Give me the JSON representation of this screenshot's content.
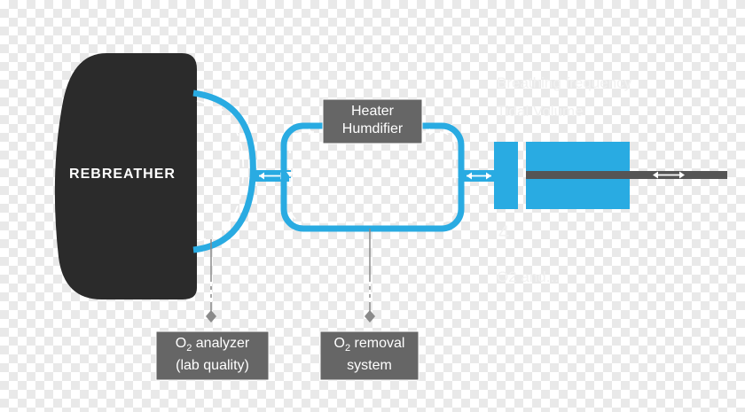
{
  "rebreather": {
    "label": "REBREATHER"
  },
  "heater": {
    "line1": "Heater",
    "line2": "Humdifier"
  },
  "o2_analyzer": {
    "line1_prefix": "O",
    "line1_sub": "2",
    "line1_suffix": " analyzer",
    "line2": "(lab quality)"
  },
  "o2_removal": {
    "line1_prefix": "O",
    "line1_sub": "2",
    "line1_suffix": " removal",
    "line2": "system"
  },
  "watermark_text": {
    "line1": "Breathing frequency",
    "line2": "Tidal Volume",
    "line3": "4",
    "line4": "O2 and..."
  },
  "colors": {
    "flow_blue": "#29abe2",
    "pump_blue": "#29abe2",
    "rebreather_black": "#2b2b2b",
    "label_box_gray": "#666666",
    "rod_gray": "#555555",
    "connector_gray": "#8a8a8a"
  },
  "icons": {
    "flow_arrows": "double-headed-arrow",
    "bidirectional_connector": "double-arrow-connector"
  }
}
